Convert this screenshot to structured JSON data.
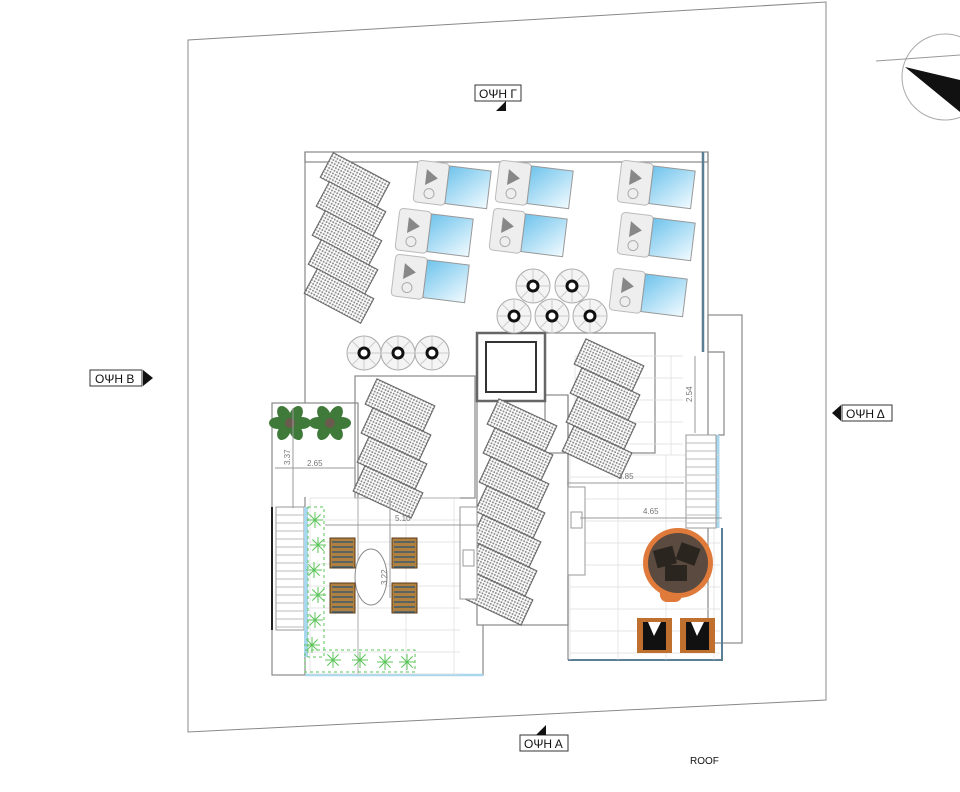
{
  "drawing": {
    "title": "ROOF",
    "elevations": {
      "top": "ΟΨΗ Γ",
      "left": "ΟΨΗ Β",
      "right": "ΟΨΗ Δ",
      "bottom": "ΟΨΗ Α"
    },
    "dimensions": {
      "planter_height": "3.37",
      "planter_width": "2.65",
      "dining_width": "5.10",
      "dining_depth": "3.22",
      "stair_landing": "2.54",
      "lounge_width_inner": "3.85",
      "lounge_width_outer": "4.65"
    },
    "colors": {
      "glass": "#a9d8ee",
      "pool": "#8fd0ef",
      "planting": "#5cc45a",
      "fire_pit": "#e07a3a",
      "wood": "#8a5a2b",
      "panel": "#777777"
    },
    "icons": [
      "north-arrow-icon",
      "solar-panel-icon",
      "sun-lounger-icon",
      "umbrella-icon",
      "palm-plant-icon",
      "dining-table-icon",
      "fire-pit-icon",
      "armchair-icon",
      "sink-icon",
      "staircase-icon"
    ]
  }
}
